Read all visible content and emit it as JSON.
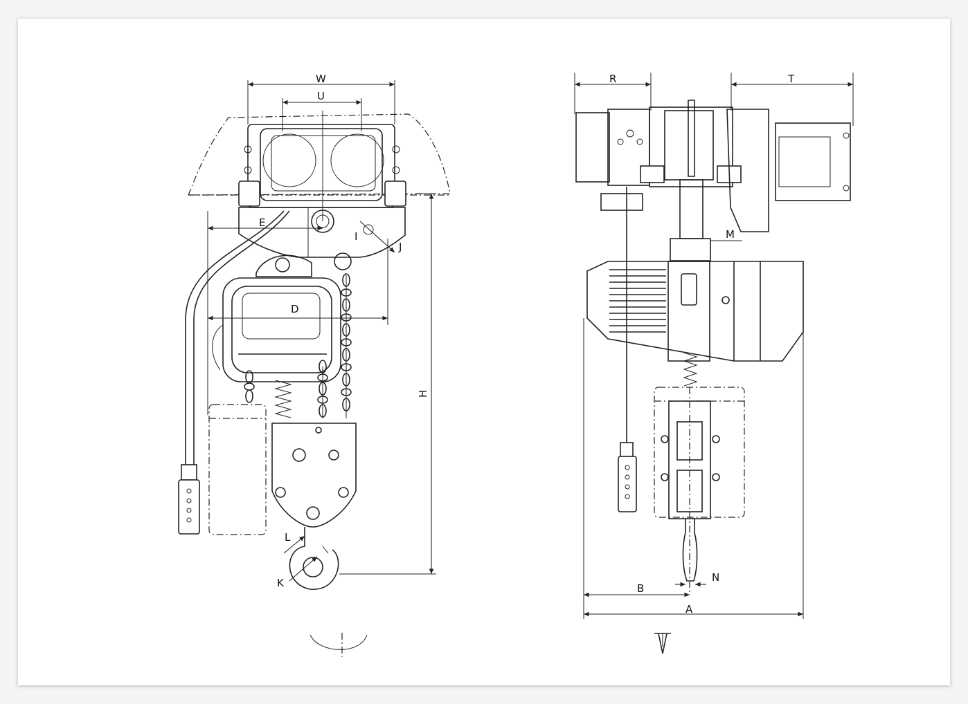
{
  "labels": {
    "W": "W",
    "U": "U",
    "E": "E",
    "I": "I",
    "J": "J",
    "D": "D",
    "H": "H",
    "L": "L",
    "K": "K",
    "R": "R",
    "T": "T",
    "M": "M",
    "B": "B",
    "A": "A",
    "N": "N"
  }
}
